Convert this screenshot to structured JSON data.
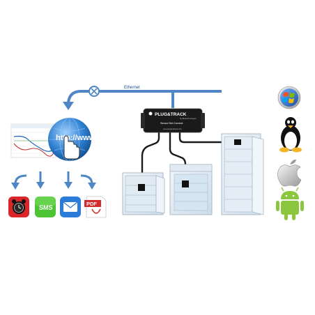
{
  "network": {
    "label": "Ethernet",
    "line_color": "#4f86c6"
  },
  "device": {
    "brand": "PLUG&TRACK",
    "sub_brand": "by Biotechnologies",
    "name": "Sensor Net Connect",
    "footer": "www.plugandtrack.com",
    "body_color": "#1a1a1a"
  },
  "web": {
    "url_text": "http://www",
    "globe_color": "#2e7fd0"
  },
  "alerts": [
    {
      "icon": "alarm-icon",
      "label": ""
    },
    {
      "icon": "sms-icon",
      "label": "SMS"
    },
    {
      "icon": "email-icon",
      "label": ""
    },
    {
      "icon": "pdf-icon",
      "label": "PDF"
    }
  ],
  "os_icons": [
    "windows-icon",
    "linux-icon",
    "apple-icon",
    "android-icon"
  ],
  "appliances": [
    "small-fridge",
    "incubator",
    "tall-freezer"
  ]
}
